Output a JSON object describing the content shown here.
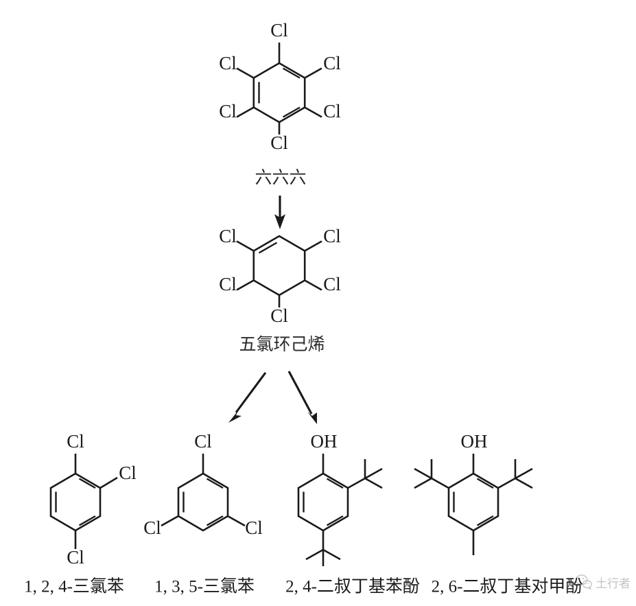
{
  "figure": {
    "type": "chemical-reaction-scheme",
    "background": "#ffffff",
    "line_color": "#1a1a1a"
  },
  "compounds": {
    "hexachlorobenzene": {
      "name_cn": "六六六",
      "ring": "benzene",
      "substituent_labels": [
        "Cl",
        "Cl",
        "Cl",
        "Cl",
        "Cl",
        "Cl"
      ],
      "substituent_count": 6
    },
    "pentachlorocyclohexene": {
      "name_cn": "五氯环己烯",
      "ring": "cyclohexene",
      "substituent_labels": [
        "Cl",
        "Cl",
        "Cl",
        "Cl",
        "Cl"
      ],
      "substituent_count": 5
    },
    "trichlorobenzene_124": {
      "name_cn": "1, 2, 4-三氯苯",
      "ring": "benzene",
      "substituent_labels": [
        "Cl",
        "Cl",
        "Cl"
      ],
      "substituent_count": 3
    },
    "trichlorobenzene_135": {
      "name_cn": "1, 3, 5-三氯苯",
      "ring": "benzene",
      "substituent_labels": [
        "Cl",
        "Cl",
        "Cl"
      ],
      "substituent_count": 3
    },
    "di_tert_butylphenol_24": {
      "name_cn": "2, 4-二叔丁基苯酚",
      "ring": "benzene",
      "substituent_labels": [
        "OH"
      ],
      "tert_butyl_count": 2
    },
    "di_tert_butyl_p_cresol_26": {
      "name_cn": "2, 6-二叔丁基对甲酚",
      "ring": "benzene",
      "substituent_labels": [
        "OH"
      ],
      "tert_butyl_count": 2,
      "methyl_count": 1
    }
  },
  "atoms": {
    "cl": "Cl",
    "oh": "OH"
  },
  "arrows": {
    "step1": "down-arrow",
    "step2_left": "down-left-arrow",
    "step2_right": "down-right-arrow"
  },
  "watermark": {
    "text": "土行者",
    "logo": "wechat-logo"
  }
}
